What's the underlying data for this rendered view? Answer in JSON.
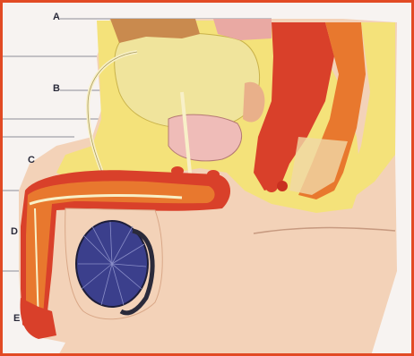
{
  "labels": {
    "a": "A",
    "b": "B",
    "c": "C",
    "d": "D",
    "e": "E"
  },
  "colors": {
    "frame": "#e24a24",
    "background": "#f7f3f1",
    "skin": "#f3d2b8",
    "fat": "#f4e27a",
    "bladder": "#f0e49c",
    "prostate": "#efbcb8",
    "muscle_red": "#d9402a",
    "muscle_orange": "#e8782e",
    "testis": "#3b3f8c",
    "tube": "#f8f0c8",
    "leader_line": "#6b6b7a"
  }
}
